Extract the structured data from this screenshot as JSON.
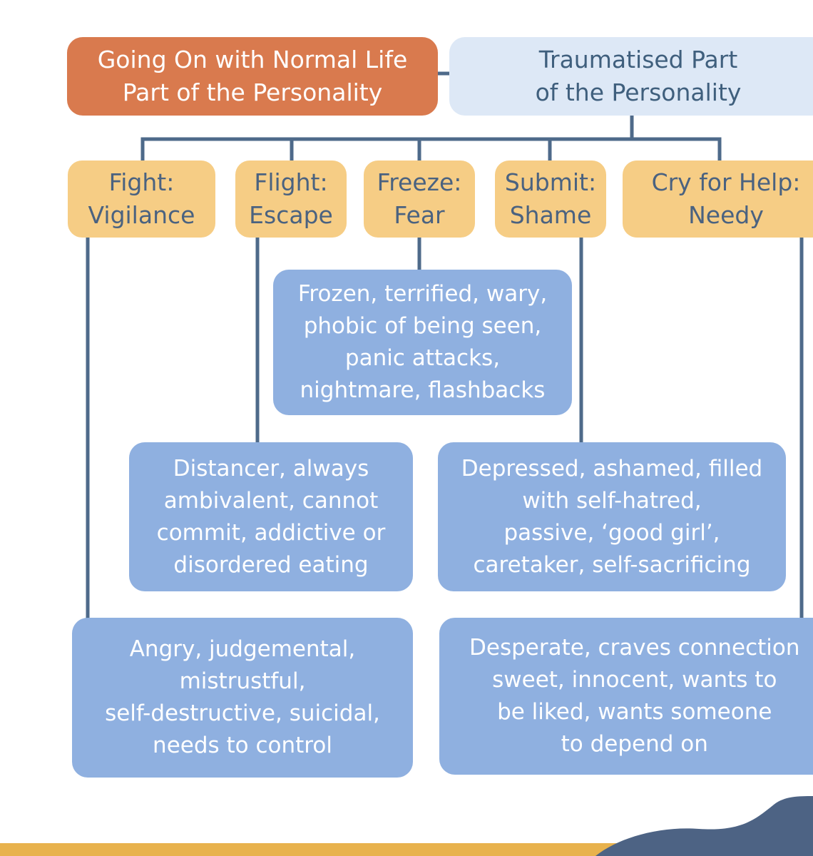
{
  "top": {
    "normal_life": "Going On with Normal Life\nPart of the Personality",
    "traumatised": "Traumatised Part\nof the Personality"
  },
  "responses": [
    {
      "id": "fight",
      "label": "Fight:\nVigilance"
    },
    {
      "id": "flight",
      "label": "Flight:\nEscape"
    },
    {
      "id": "freeze",
      "label": "Freeze:\nFear"
    },
    {
      "id": "submit",
      "label": "Submit:\nShame"
    },
    {
      "id": "cry",
      "label": "Cry for Help:\nNeedy"
    }
  ],
  "descriptions": {
    "freeze": "Frozen, terrified, wary,\nphobic of being seen,\npanic attacks,\nnightmare, flashbacks",
    "flight": "Distancer, always\nambivalent, cannot\ncommit, addictive or\ndisordered eating",
    "submit": "Depressed, ashamed, filled\nwith self-hatred,\npassive, ‘good girl’,\ncaretaker, self-sacrificing",
    "fight": "Angry, judgemental,\nmistrustful,\nself-destructive, suicidal,\nneeds to control",
    "cry": "Desperate, craves connection\nsweet, innocent, wants to\nbe liked, wants someone\nto depend on"
  },
  "colors": {
    "orange": "#d97a4e",
    "pale_blue": "#dde8f6",
    "yellow": "#f6cd85",
    "blue": "#8fb0e0",
    "line": "#4e6a8a",
    "bottom_bar": "#e8b24d",
    "wave": "#4d6384"
  }
}
